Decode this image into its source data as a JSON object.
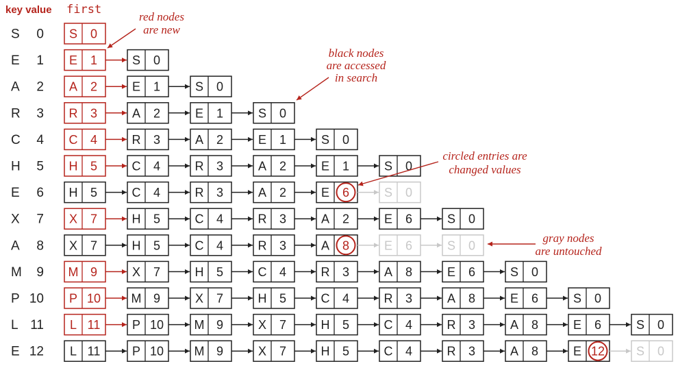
{
  "header": {
    "key_value_label": "key value",
    "first_label": "first"
  },
  "colors": {
    "red": "#b5241c",
    "black": "#222222",
    "gray": "#c8c8c8"
  },
  "rows": [
    {
      "key": "S",
      "value": "0",
      "nodes": [
        [
          "S",
          "0",
          "r"
        ]
      ]
    },
    {
      "key": "E",
      "value": "1",
      "nodes": [
        [
          "E",
          "1",
          "r"
        ],
        [
          "S",
          "0",
          "b"
        ]
      ]
    },
    {
      "key": "A",
      "value": "2",
      "nodes": [
        [
          "A",
          "2",
          "r"
        ],
        [
          "E",
          "1",
          "b"
        ],
        [
          "S",
          "0",
          "b"
        ]
      ]
    },
    {
      "key": "R",
      "value": "3",
      "nodes": [
        [
          "R",
          "3",
          "r"
        ],
        [
          "A",
          "2",
          "b"
        ],
        [
          "E",
          "1",
          "b"
        ],
        [
          "S",
          "0",
          "b"
        ]
      ]
    },
    {
      "key": "C",
      "value": "4",
      "nodes": [
        [
          "C",
          "4",
          "r"
        ],
        [
          "R",
          "3",
          "b"
        ],
        [
          "A",
          "2",
          "b"
        ],
        [
          "E",
          "1",
          "b"
        ],
        [
          "S",
          "0",
          "b"
        ]
      ]
    },
    {
      "key": "H",
      "value": "5",
      "nodes": [
        [
          "H",
          "5",
          "r"
        ],
        [
          "C",
          "4",
          "b"
        ],
        [
          "R",
          "3",
          "b"
        ],
        [
          "A",
          "2",
          "b"
        ],
        [
          "E",
          "1",
          "b"
        ],
        [
          "S",
          "0",
          "b"
        ]
      ]
    },
    {
      "key": "E",
      "value": "6",
      "nodes": [
        [
          "H",
          "5",
          "b"
        ],
        [
          "C",
          "4",
          "b"
        ],
        [
          "R",
          "3",
          "b"
        ],
        [
          "A",
          "2",
          "b"
        ],
        [
          "E",
          "6",
          "c"
        ],
        [
          "S",
          "0",
          "g"
        ]
      ]
    },
    {
      "key": "X",
      "value": "7",
      "nodes": [
        [
          "X",
          "7",
          "r"
        ],
        [
          "H",
          "5",
          "b"
        ],
        [
          "C",
          "4",
          "b"
        ],
        [
          "R",
          "3",
          "b"
        ],
        [
          "A",
          "2",
          "b"
        ],
        [
          "E",
          "6",
          "b"
        ],
        [
          "S",
          "0",
          "b"
        ]
      ]
    },
    {
      "key": "A",
      "value": "8",
      "nodes": [
        [
          "X",
          "7",
          "b"
        ],
        [
          "H",
          "5",
          "b"
        ],
        [
          "C",
          "4",
          "b"
        ],
        [
          "R",
          "3",
          "b"
        ],
        [
          "A",
          "8",
          "c"
        ],
        [
          "E",
          "6",
          "g"
        ],
        [
          "S",
          "0",
          "g"
        ]
      ]
    },
    {
      "key": "M",
      "value": "9",
      "nodes": [
        [
          "M",
          "9",
          "r"
        ],
        [
          "X",
          "7",
          "b"
        ],
        [
          "H",
          "5",
          "b"
        ],
        [
          "C",
          "4",
          "b"
        ],
        [
          "R",
          "3",
          "b"
        ],
        [
          "A",
          "8",
          "b"
        ],
        [
          "E",
          "6",
          "b"
        ],
        [
          "S",
          "0",
          "b"
        ]
      ]
    },
    {
      "key": "P",
      "value": "10",
      "nodes": [
        [
          "P",
          "10",
          "r"
        ],
        [
          "M",
          "9",
          "b"
        ],
        [
          "X",
          "7",
          "b"
        ],
        [
          "H",
          "5",
          "b"
        ],
        [
          "C",
          "4",
          "b"
        ],
        [
          "R",
          "3",
          "b"
        ],
        [
          "A",
          "8",
          "b"
        ],
        [
          "E",
          "6",
          "b"
        ],
        [
          "S",
          "0",
          "b"
        ]
      ]
    },
    {
      "key": "L",
      "value": "11",
      "nodes": [
        [
          "L",
          "11",
          "r"
        ],
        [
          "P",
          "10",
          "b"
        ],
        [
          "M",
          "9",
          "b"
        ],
        [
          "X",
          "7",
          "b"
        ],
        [
          "H",
          "5",
          "b"
        ],
        [
          "C",
          "4",
          "b"
        ],
        [
          "R",
          "3",
          "b"
        ],
        [
          "A",
          "8",
          "b"
        ],
        [
          "E",
          "6",
          "b"
        ],
        [
          "S",
          "0",
          "b"
        ]
      ]
    },
    {
      "key": "E",
      "value": "12",
      "nodes": [
        [
          "L",
          "11",
          "b"
        ],
        [
          "P",
          "10",
          "b"
        ],
        [
          "M",
          "9",
          "b"
        ],
        [
          "X",
          "7",
          "b"
        ],
        [
          "H",
          "5",
          "b"
        ],
        [
          "C",
          "4",
          "b"
        ],
        [
          "R",
          "3",
          "b"
        ],
        [
          "A",
          "8",
          "b"
        ],
        [
          "E",
          "12",
          "c"
        ],
        [
          "S",
          "0",
          "g"
        ]
      ]
    }
  ],
  "annotations": {
    "red_nodes": [
      "red nodes",
      "are new"
    ],
    "black_nodes": [
      "black nodes",
      "are accessed",
      "in search"
    ],
    "circled": [
      "circled entries are",
      "changed values"
    ],
    "gray_nodes": [
      "gray nodes",
      "are untouched"
    ]
  }
}
